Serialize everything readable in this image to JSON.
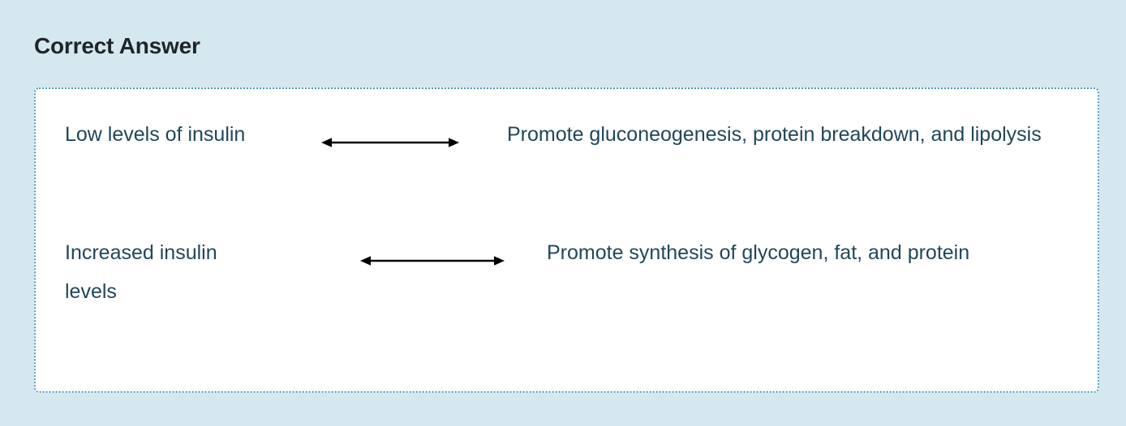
{
  "header": {
    "title": "Correct Answer"
  },
  "colors": {
    "page_background": "#d6e8ef",
    "card_background": "#ffffff",
    "card_border": "#4a9cba",
    "title_text": "#21252b",
    "body_text": "#21475a",
    "arrow": "#000000"
  },
  "card": {
    "border_style": "dotted",
    "rows": [
      {
        "term": "Low levels of insulin",
        "connector": "double-headed-arrow",
        "definition": "Promote gluconeogenesis, protein breakdown, and lipolysis"
      },
      {
        "term": "Increased insulin levels",
        "connector": "double-headed-arrow",
        "definition": "Promote synthesis of glycogen, fat, and protein"
      }
    ]
  }
}
